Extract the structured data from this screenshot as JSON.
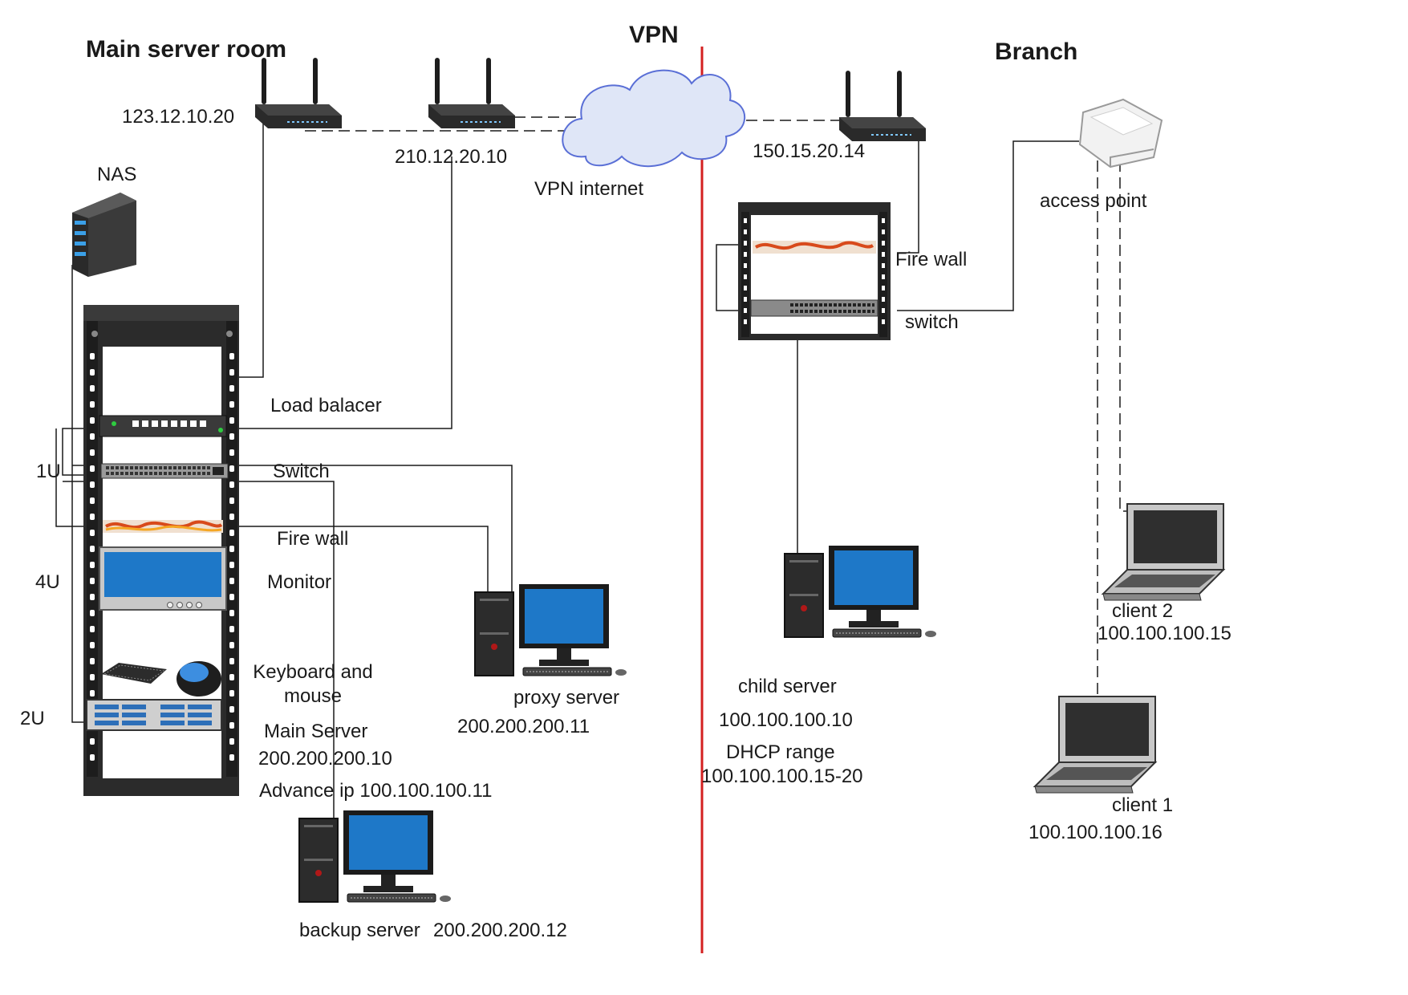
{
  "sections": {
    "main": "Main server room",
    "vpn": "VPN",
    "branch": "Branch"
  },
  "routers": {
    "main_ip": "123.12.10.20",
    "vpn_ip": "210.12.20.10",
    "branch_ip": "150.15.20.14"
  },
  "cloud": {
    "label": "VPN internet"
  },
  "nas": {
    "label": "NAS"
  },
  "rack": {
    "load_balancer": "Load balacer",
    "switch": "Switch",
    "firewall": "Fire wall",
    "monitor": "Monitor",
    "keyboard_line1": "Keyboard and",
    "keyboard_line2": "mouse",
    "main_server": "Main Server",
    "main_server_ip": "200.200.200.10",
    "advance_ip": "Advance ip 100.100.100.11",
    "unit_1u": "1U",
    "unit_4u": "4U",
    "unit_2u": "2U"
  },
  "proxy": {
    "label": "proxy server",
    "ip": "200.200.200.11"
  },
  "backup": {
    "label": "backup server",
    "ip": "200.200.200.12"
  },
  "branch_rack": {
    "firewall": "Fire wall",
    "switch": "switch"
  },
  "child": {
    "label": "child server",
    "ip": "100.100.100.10",
    "dhcp_label": "DHCP range",
    "dhcp_range": "100.100.100.15-20"
  },
  "access_point": {
    "label": "access point"
  },
  "client2": {
    "label": "client 2",
    "ip": "100.100.100.15"
  },
  "client1": {
    "label": "client 1",
    "ip": "100.100.100.16"
  },
  "colors": {
    "divider": "#d42020",
    "rack": "#2b2b2b",
    "screen": "#1e78c8",
    "cloud": "#dfe6f7",
    "cloud_stroke": "#5a6fd6"
  }
}
